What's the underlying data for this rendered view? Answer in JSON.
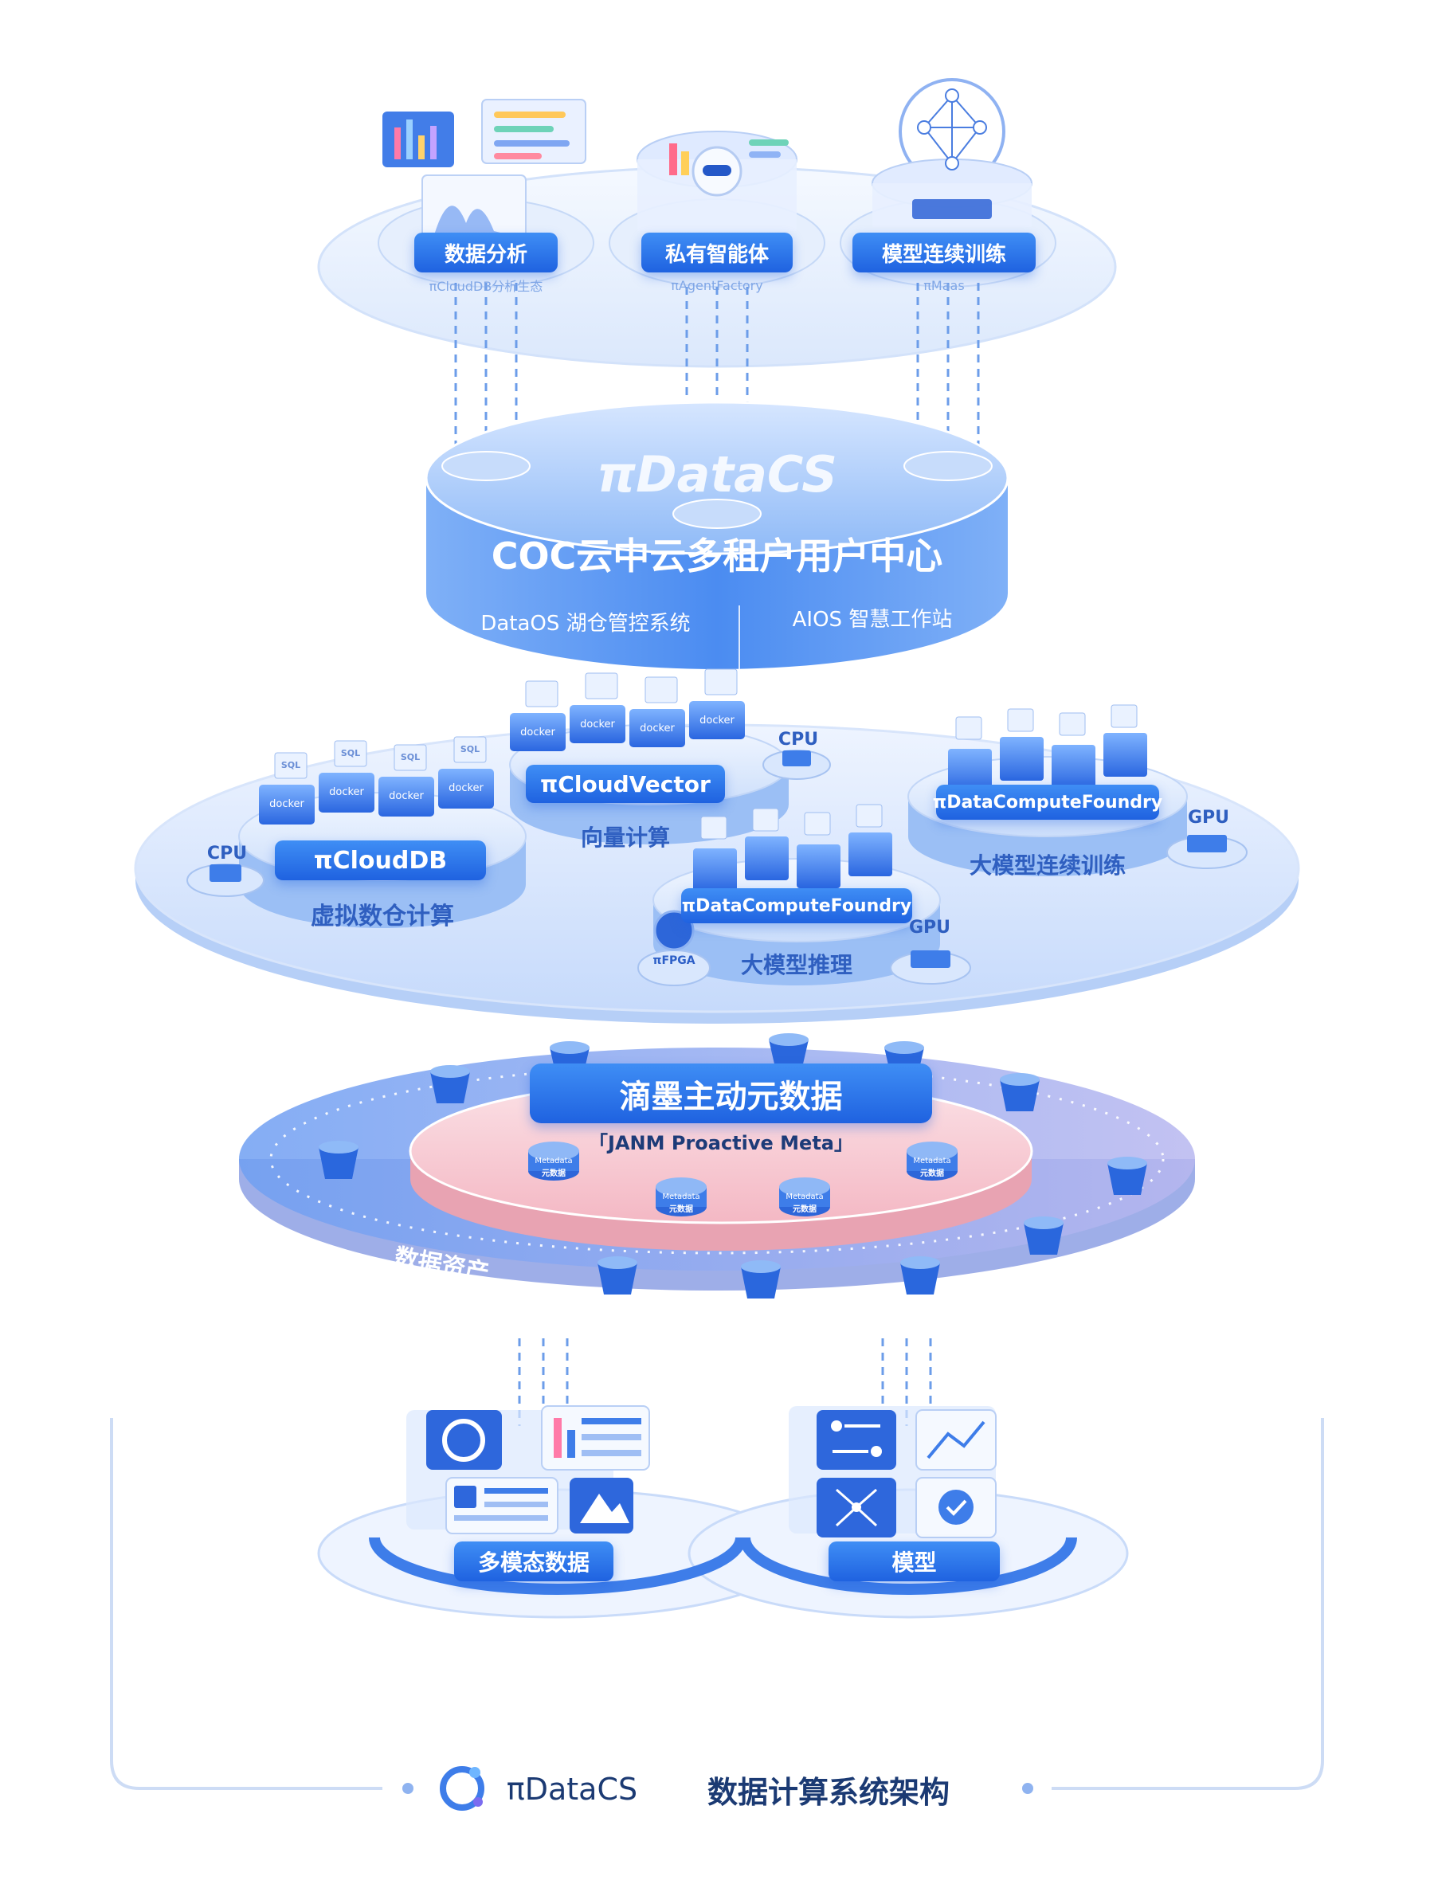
{
  "top": {
    "items": [
      {
        "label": "数据分析",
        "sub": "πCloudDB分析生态"
      },
      {
        "label": "私有智能体",
        "sub": "πAgentFactory"
      },
      {
        "label": "模型连续训练",
        "sub": "πMaas"
      }
    ]
  },
  "core": {
    "brand": "πDataCS",
    "title": "COC云中云多租户用户中心",
    "left": "DataOS 湖仓管控系统",
    "right": "AIOS 智慧工作站"
  },
  "compute": {
    "clouddb": {
      "name": "πCloudDB",
      "label": "虚拟数仓计算"
    },
    "vector": {
      "name": "πCloudVector",
      "label": "向量计算"
    },
    "foundry_train": {
      "name": "πDataComputeFoundry",
      "label": "大模型连续训练"
    },
    "foundry_infer": {
      "name": "πDataComputeFoundry",
      "label": "大模型推理"
    },
    "cpu": "CPU",
    "gpu": "GPU",
    "fpga": "πFPGA",
    "docker": "docker",
    "sql": "SQL"
  },
  "meta": {
    "title": "滴墨主动元数据",
    "subtitle": "「JANM Proactive Meta」",
    "assets": "数据资产",
    "chip_top": "Metadata",
    "chip_bottom": "元数据"
  },
  "bottom": {
    "left": "多模态数据",
    "right": "模型"
  },
  "footer": {
    "logo": "πDataCS",
    "title": "数据计算系统架构"
  },
  "colors": {
    "primary": "#2f6fe8",
    "light": "#cfe0fb",
    "pink": "#f6c9d2",
    "lavender": "#b9b8ee"
  }
}
